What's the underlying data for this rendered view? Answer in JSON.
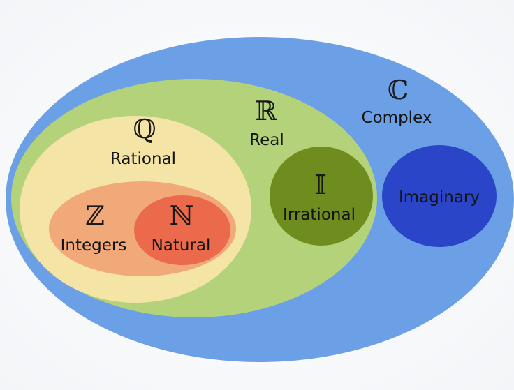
{
  "sets": {
    "complex": {
      "symbol": "ℂ",
      "label": "Complex",
      "color": "#6b9fe6"
    },
    "real": {
      "symbol": "ℝ",
      "label": "Real",
      "color": "#b4d27a"
    },
    "rational": {
      "symbol": "ℚ",
      "label": "Rational",
      "color": "#f4e5a6"
    },
    "integers": {
      "symbol": "ℤ",
      "label": "Integers",
      "color": "#f2a97a"
    },
    "natural": {
      "symbol": "ℕ",
      "label": "Natural",
      "color": "#ec6a4c"
    },
    "irrational": {
      "symbol": "𝕀",
      "label": "Irrational",
      "color": "#6f8c1f"
    },
    "imaginary": {
      "symbol": "",
      "label": "Imaginary",
      "color": "#2a45c8"
    }
  }
}
